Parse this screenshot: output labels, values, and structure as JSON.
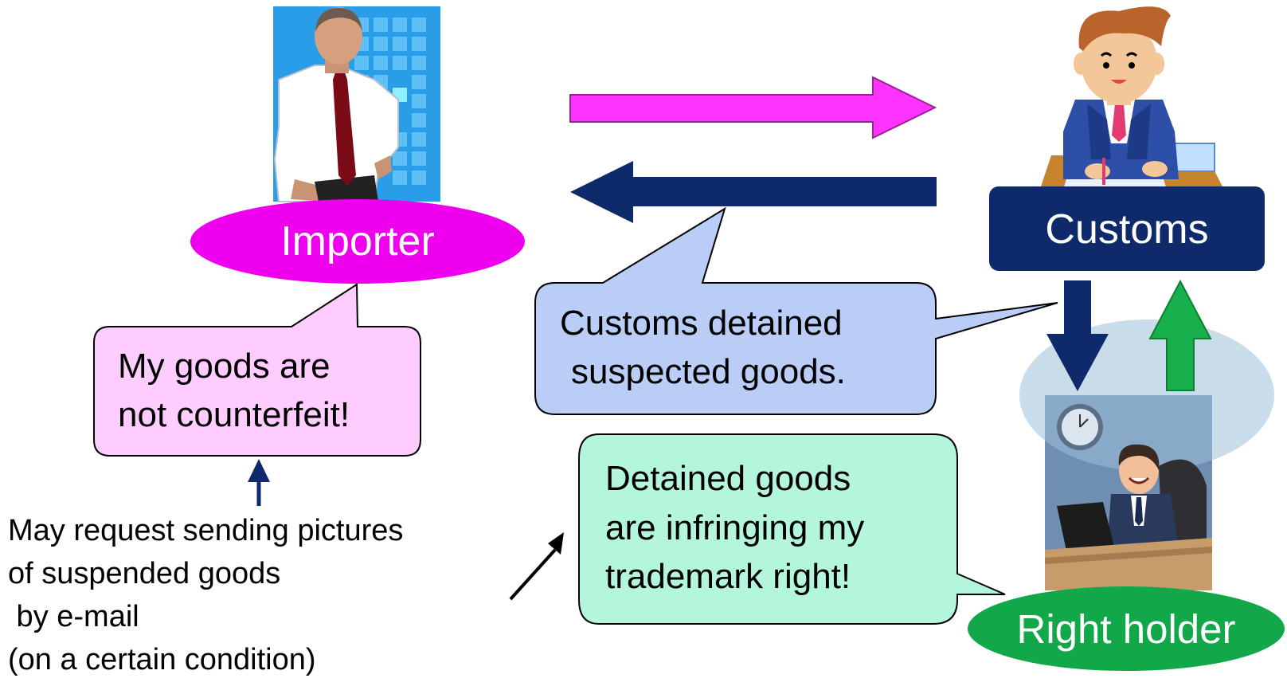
{
  "actors": {
    "importer": {
      "label": "Importer",
      "color": "#ee00ee"
    },
    "customs": {
      "label": "Customs",
      "color": "#0e2a6b"
    },
    "right_holder": {
      "label": "Right holder",
      "color": "#12a84a"
    }
  },
  "bubbles": {
    "importer_claim": {
      "lines": [
        "My goods are",
        "not counterfeit!"
      ],
      "fill": "#ffccff"
    },
    "customs_notice": {
      "lines": [
        "Customs detained",
        "suspected goods."
      ],
      "fill": "#b9cdf6"
    },
    "holder_claim": {
      "lines": [
        "Detained goods",
        "are infringing my",
        "trademark right!"
      ],
      "fill": "#b4f6dc"
    }
  },
  "note": {
    "lines": [
      "May request sending pictures",
      "of suspended goods",
      " by e-mail",
      "(on a certain condition)"
    ]
  },
  "colors": {
    "magenta_arrow": "#ff33ff",
    "navy_arrow": "#0f2a6b",
    "green_arrow": "#17b04c"
  }
}
